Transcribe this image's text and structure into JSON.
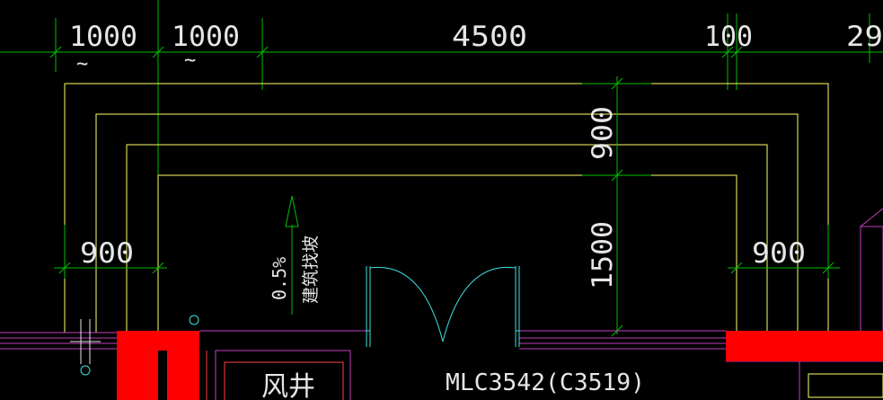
{
  "drawing": {
    "dimensions": {
      "top_1": "1000",
      "top_2": "1000",
      "top_3": "4500",
      "top_4": "100",
      "top_5": "29",
      "left_width": "900",
      "right_width": "900",
      "vertical_upper": "900",
      "vertical_lower": "1500",
      "tilde_1": "~",
      "tilde_2": "~"
    },
    "slope": {
      "value": "0.5%",
      "label": "建筑找坡"
    },
    "room": {
      "name": "风井"
    },
    "window_tag": "MLC3542(C3519)"
  },
  "colors": {
    "background": "#000000",
    "wall_fill": "#ff0000",
    "dimension_line": "#00c000",
    "outline": "#ffff66",
    "magenta": "#c040c0",
    "door_arc": "#40e0e0",
    "text": "#e6e6e6"
  }
}
